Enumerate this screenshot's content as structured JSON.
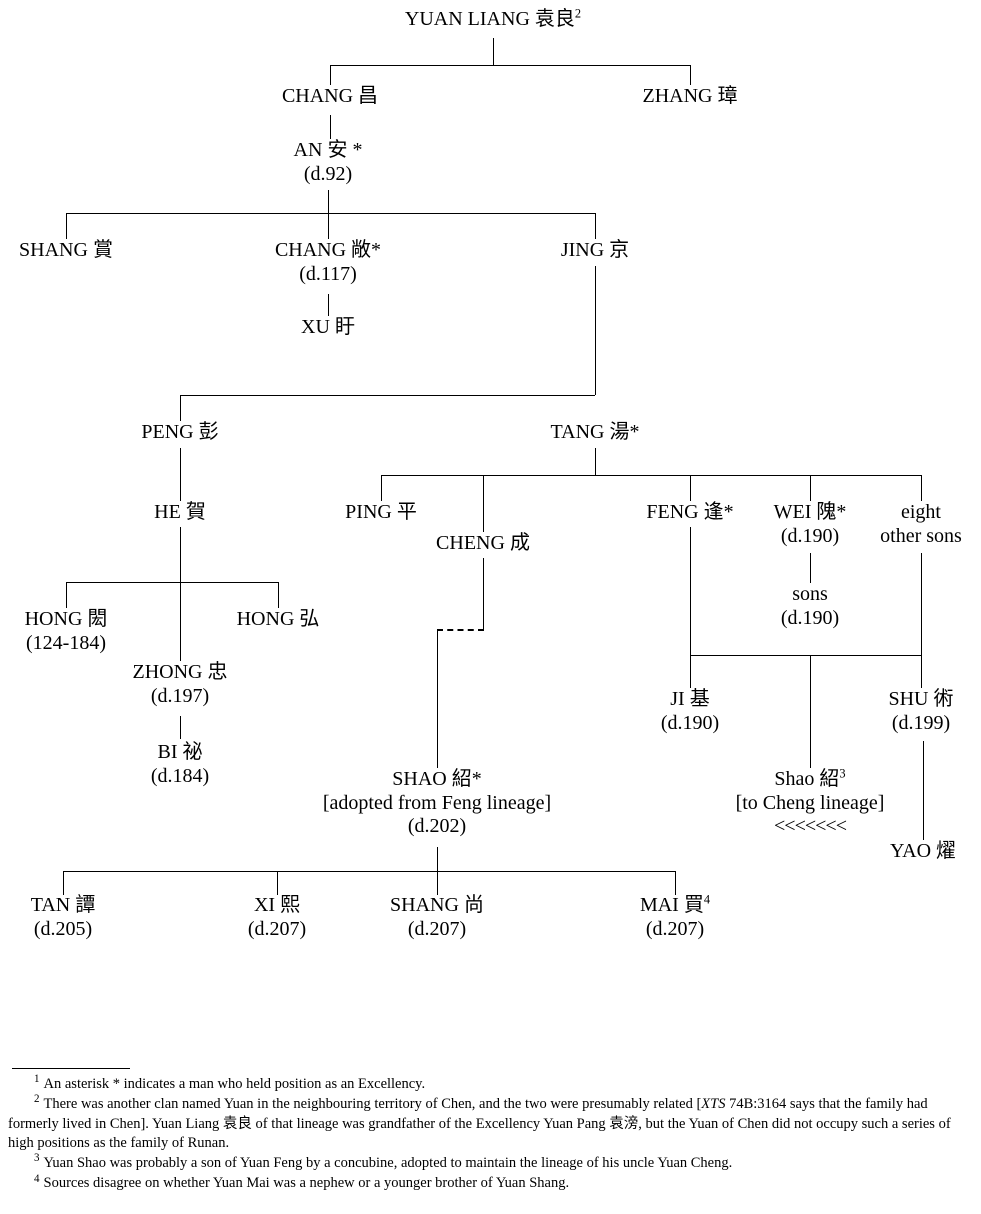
{
  "title": "Yuan family of Runan genealogical chart",
  "nodes": {
    "yuan_liang": {
      "name": "YUAN LIANG 袁良",
      "sup": "2"
    },
    "chang_1": {
      "name": "CHANG 昌"
    },
    "zhang": {
      "name": "ZHANG 璋"
    },
    "an": {
      "name": "AN 安 *",
      "dates": "(d.92)"
    },
    "shang_1": {
      "name": "SHANG 賞"
    },
    "chang_2": {
      "name": "CHANG 敞*",
      "dates": "(d.117)"
    },
    "jing": {
      "name": "JING 京"
    },
    "xu": {
      "name": "XU 盱"
    },
    "peng": {
      "name": "PENG 彭"
    },
    "tang": {
      "name": "TANG 湯*"
    },
    "he": {
      "name": "HE 賀"
    },
    "ping": {
      "name": "PING 平"
    },
    "cheng": {
      "name": "CHENG 成"
    },
    "feng": {
      "name": "FENG 逢*"
    },
    "wei": {
      "name": "WEI 隗*",
      "dates": "(d.190)"
    },
    "eight_sons": {
      "name": "eight",
      "line2": "other sons"
    },
    "hong_1": {
      "name": "HONG 閎",
      "dates": "(124-184)"
    },
    "hong_2": {
      "name": "HONG 弘"
    },
    "zhong": {
      "name": "ZHONG 忠",
      "dates": "(d.197)"
    },
    "bi": {
      "name": "BI 祕",
      "dates": "(d.184)"
    },
    "sons": {
      "name": "sons",
      "dates": "(d.190)"
    },
    "ji": {
      "name": "JI 基",
      "dates": "(d.190)"
    },
    "shu": {
      "name": "SHU 術",
      "dates": "(d.199)"
    },
    "shao_main": {
      "name": "SHAO 紹*",
      "note": "[adopted from Feng lineage]",
      "dates": "(d.202)"
    },
    "shao_ref": {
      "name": "Shao 紹",
      "sup": "3",
      "note": "[to Cheng lineage]",
      "arrows": "<<<<<<<"
    },
    "yao": {
      "name": "YAO 燿"
    },
    "tan": {
      "name": "TAN 譚",
      "dates": "(d.205)"
    },
    "xi": {
      "name": "XI 熙",
      "dates": "(d.207)"
    },
    "shang_2": {
      "name": "SHANG 尚",
      "dates": "(d.207)"
    },
    "mai": {
      "name": "MAI 買",
      "sup": "4",
      "dates": "(d.207)"
    }
  },
  "footnotes": [
    {
      "num": "1",
      "text": "An asterisk * indicates a man who held position as an Excellency."
    },
    {
      "num": "2",
      "part1": "There was another clan named Yuan in the neighbouring territory of Chen, and the two were presumably related [",
      "italic": "XTS",
      "part2": " 74B:3164 says that the family had formerly lived in Chen]. Yuan Liang 袁良 of that lineage was grandfather of the Excellency Yuan Pang 袁滂, but the Yuan of Chen did not occupy such a series of high positions as the family of Runan."
    },
    {
      "num": "3",
      "text": "Yuan Shao was probably a son of Yuan Feng by a concubine, adopted to maintain the lineage of his uncle Yuan Cheng."
    },
    {
      "num": "4",
      "text": "Sources disagree on whether Yuan Mai was a nephew or a younger brother of Yuan Shang."
    }
  ]
}
